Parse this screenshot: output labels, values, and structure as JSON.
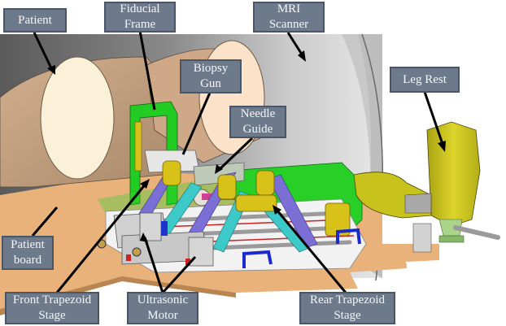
{
  "figure": {
    "description": "CAD rendering of MRI-compatible prostate biopsy robot positioned between patient legs inside MRI scanner",
    "labels": [
      {
        "id": "patient",
        "lines": [
          "Patient"
        ]
      },
      {
        "id": "fiducial-frame",
        "lines": [
          "Fiducial",
          "Frame"
        ]
      },
      {
        "id": "mri-scanner",
        "lines": [
          "MRI",
          "Scanner"
        ]
      },
      {
        "id": "biopsy-gun",
        "lines": [
          "Biopsy",
          "Gun"
        ]
      },
      {
        "id": "needle-guide",
        "lines": [
          "Needle",
          "Guide"
        ]
      },
      {
        "id": "leg-rest",
        "lines": [
          "Leg Rest"
        ]
      },
      {
        "id": "patient-board",
        "lines": [
          "Patient",
          "board"
        ]
      },
      {
        "id": "front-trapezoid-stage",
        "lines": [
          "Front Trapezoid",
          "Stage"
        ]
      },
      {
        "id": "ultrasonic-motor",
        "lines": [
          "Ultrasonic",
          "Motor"
        ]
      },
      {
        "id": "rear-trapezoid-stage",
        "lines": [
          "Rear Trapezoid",
          "Stage"
        ]
      }
    ]
  },
  "colors": {
    "label_fill": "#6d7a8c",
    "label_border": "#4a5566",
    "label_text": "#f4f6f8",
    "frame_green": "#22cc22",
    "stage_yellow": "#d8c21a",
    "link_purple": "#7b6fd6",
    "link_cyan": "#3ec9c9",
    "leg_rest": "#c8c21c",
    "board_tan": "#e8b27a"
  }
}
